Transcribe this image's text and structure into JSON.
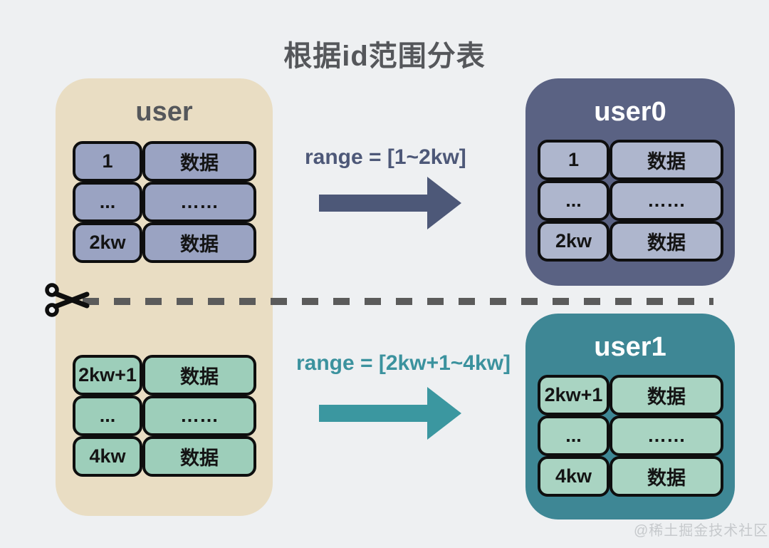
{
  "title": "根据id范围分表",
  "source": {
    "label": "user",
    "top_rows": [
      [
        "1",
        "数据"
      ],
      [
        "...",
        "……"
      ],
      [
        "2kw",
        "数据"
      ]
    ],
    "bottom_rows": [
      [
        "2kw+1",
        "数据"
      ],
      [
        "...",
        "……"
      ],
      [
        "4kw",
        "数据"
      ]
    ]
  },
  "transfers": [
    {
      "label": "range = [1~2kw]"
    },
    {
      "label": "range = [2kw+1~4kw]"
    }
  ],
  "shards": [
    {
      "label": "user0",
      "rows": [
        [
          "1",
          "数据"
        ],
        [
          "...",
          "……"
        ],
        [
          "2kw",
          "数据"
        ]
      ]
    },
    {
      "label": "user1",
      "rows": [
        [
          "2kw+1",
          "数据"
        ],
        [
          "...",
          "……"
        ],
        [
          "4kw",
          "数据"
        ]
      ]
    }
  ],
  "watermark": "@稀土掘金技术社区",
  "colors": {
    "background": "#eef0f2",
    "title_text": "#55575b",
    "source_box": "#e9ddc3",
    "shard0_box": "#5a6283",
    "shard1_box": "#3e8795",
    "source_top_cell": "#9aa3c2",
    "source_bottom_cell": "#9dceba",
    "shard0_cell": "#aeb6cd",
    "shard1_cell": "#a9d4c2",
    "cell_border": "#0e0e0e",
    "range0_accent": "#4d5878",
    "range1_accent": "#3b929e",
    "cut_line": "#5b5b5b",
    "watermark_text": "#c6c9cc"
  },
  "icons": {
    "scissors": "scissors-icon",
    "arrow0": "arrow-right-icon",
    "arrow1": "arrow-right-icon"
  }
}
